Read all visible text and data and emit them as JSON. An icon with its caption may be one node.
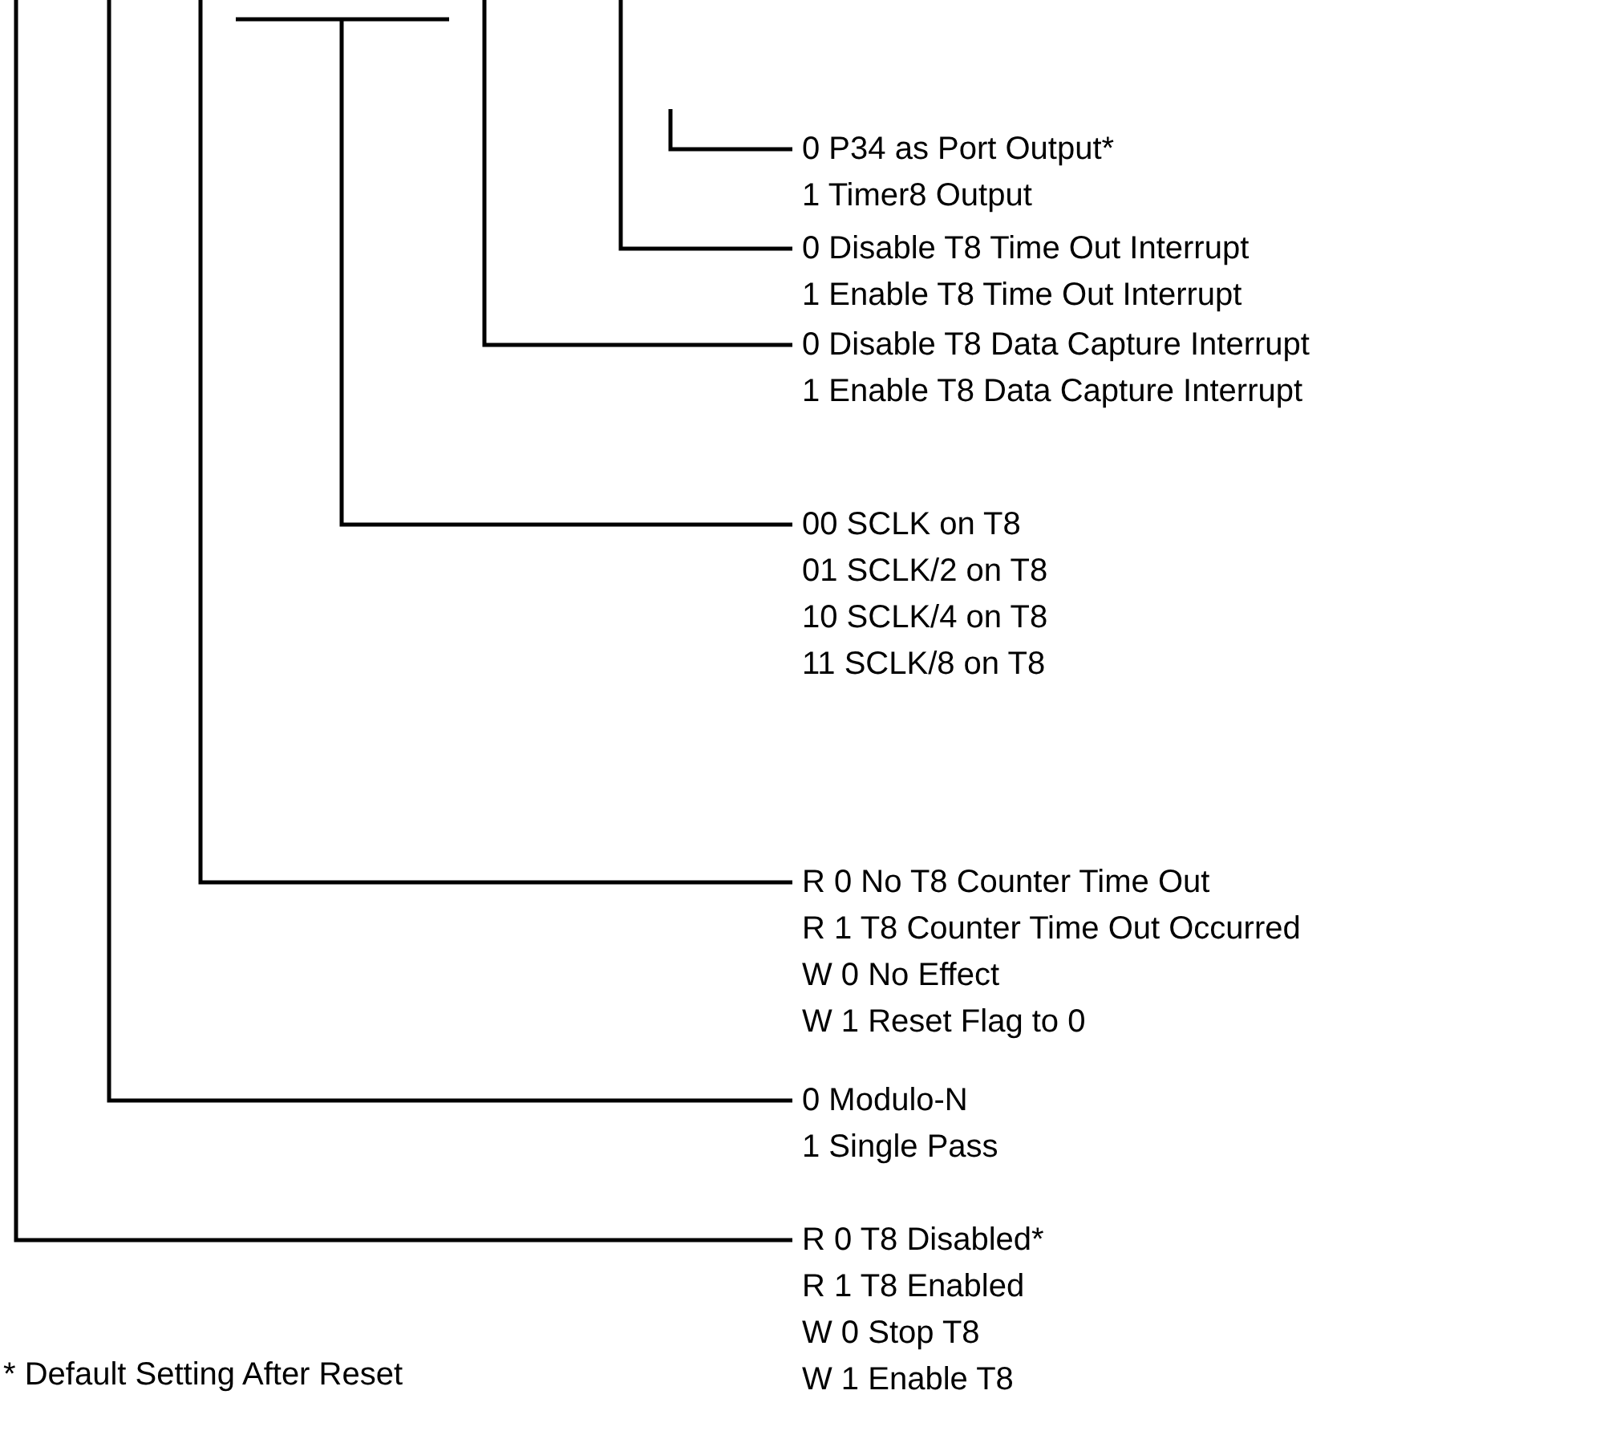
{
  "diagram": {
    "nodes": [
      {
        "text": [
          "0 P34 as Port Output*",
          "1 Timer8 Output"
        ]
      },
      {
        "text": [
          "0 Disable T8 Time Out Interrupt",
          "1 Enable T8 Time Out Interrupt"
        ]
      },
      {
        "text": [
          "0 Disable T8 Data Capture Interrupt",
          "1 Enable T8 Data Capture Interrupt"
        ]
      },
      {
        "text": [
          "00 SCLK on T8",
          "01 SCLK/2 on T8",
          "10 SCLK/4 on T8",
          "11 SCLK/8 on T8"
        ]
      },
      {
        "text": [
          "R 0 No T8 Counter Time Out",
          "R 1 T8 Counter Time Out Occurred",
          "W 0 No Effect",
          "W 1 Reset Flag to 0"
        ]
      },
      {
        "text": [
          "0 Modulo-N",
          "1 Single Pass"
        ]
      },
      {
        "text": [
          "R 0 T8 Disabled*",
          "R 1 T8 Enabled",
          "W 0 Stop T8",
          "W 1 Enable T8"
        ]
      }
    ],
    "edges": [
      {
        "from": null,
        "to": 0,
        "arrow": "none"
      },
      {
        "from": null,
        "to": 1,
        "arrow": "none"
      },
      {
        "from": null,
        "to": 2,
        "arrow": "none"
      },
      {
        "from": null,
        "to": 3,
        "arrow": "none"
      },
      {
        "from": null,
        "to": 4,
        "arrow": "none"
      },
      {
        "from": null,
        "to": 5,
        "arrow": "none"
      },
      {
        "from": null,
        "to": 6,
        "arrow": "none"
      }
    ],
    "labels": [
      "* Default Setting After Reset"
    ]
  }
}
